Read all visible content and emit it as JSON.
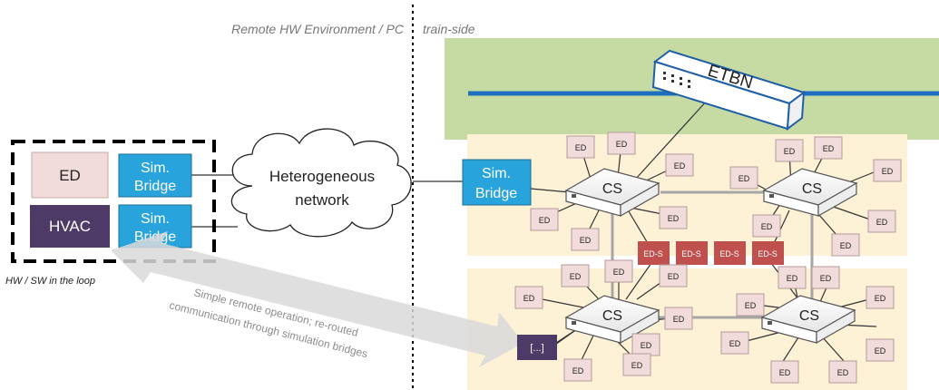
{
  "left_heading": "Remote HW Environment / PC",
  "right_heading": "train-side",
  "hil_caption": "HW / SW in the loop",
  "network_label_line1": "Heterogeneous",
  "network_label_line2": "network",
  "ed_label": "ED",
  "hvac_label": "HVAC",
  "bridge_line1": "Sim.",
  "bridge_line2": "Bridge",
  "etbn_label": "ETBN",
  "cs_label": "CS",
  "eds_label": "ED-S",
  "ellipsis_label": "[...]",
  "arrow_line1": "Simple remote operation; re-routed",
  "arrow_line2": "communication through simulation bridges",
  "colors": {
    "band_green": "#c6dba4",
    "bus_blue": "#1f6fbf",
    "zone_yellow": "#fdf2d6",
    "ed_pink": "#f2dcdb",
    "bridge_blue": "#29a3dc",
    "hvac_purple": "#4e3a66",
    "eds_red": "#c0504d",
    "arrow_gray": "#d9d9d9"
  }
}
